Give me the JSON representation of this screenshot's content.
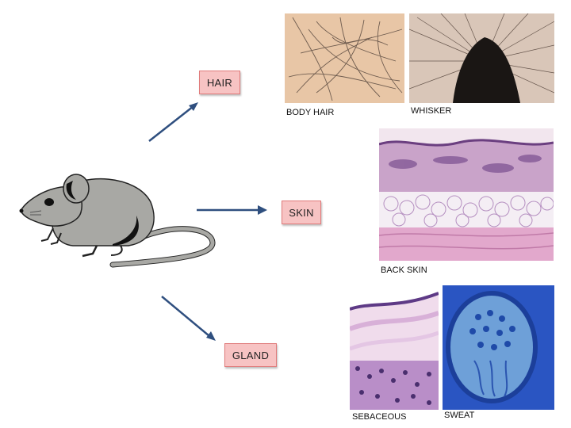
{
  "labels": {
    "hair": "HAIR",
    "skin": "SKIN",
    "gland": "GLAND"
  },
  "captions": {
    "body_hair": "BODY HAIR",
    "whisker": "WHISKER",
    "back_skin": "BACK SKIN",
    "sebaceous": "SEBACEOUS",
    "sweat": "SWEAT"
  },
  "colors": {
    "arrow": "#2f4f7f",
    "label_fill": "#f7c3c3",
    "label_border": "#e07a7a",
    "mouse_body": "#a8a8a4",
    "mouse_dark": "#111111"
  }
}
